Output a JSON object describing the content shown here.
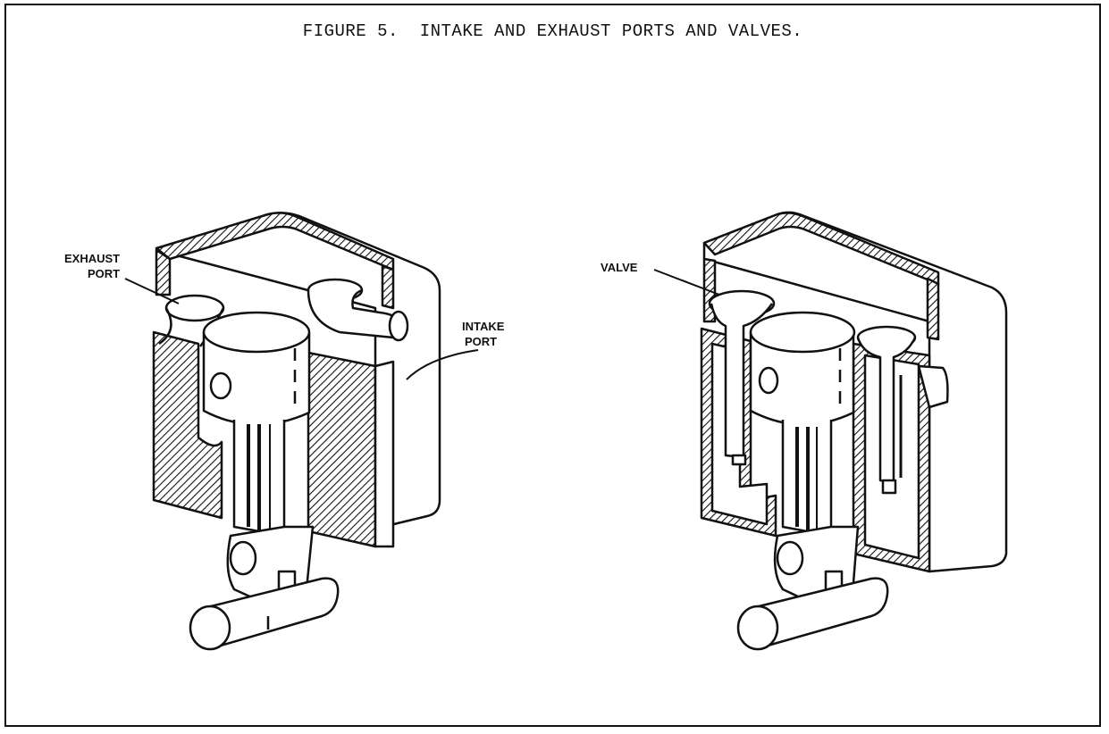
{
  "figure": {
    "caption": "FIGURE 5.  INTAKE AND EXHAUST PORTS AND VALVES.",
    "labels": {
      "exhaust_port_line1": "EXHAUST",
      "exhaust_port_line2": "PORT",
      "intake_port_line1": "INTAKE",
      "intake_port_line2": "PORT",
      "valve": "VALVE"
    }
  }
}
